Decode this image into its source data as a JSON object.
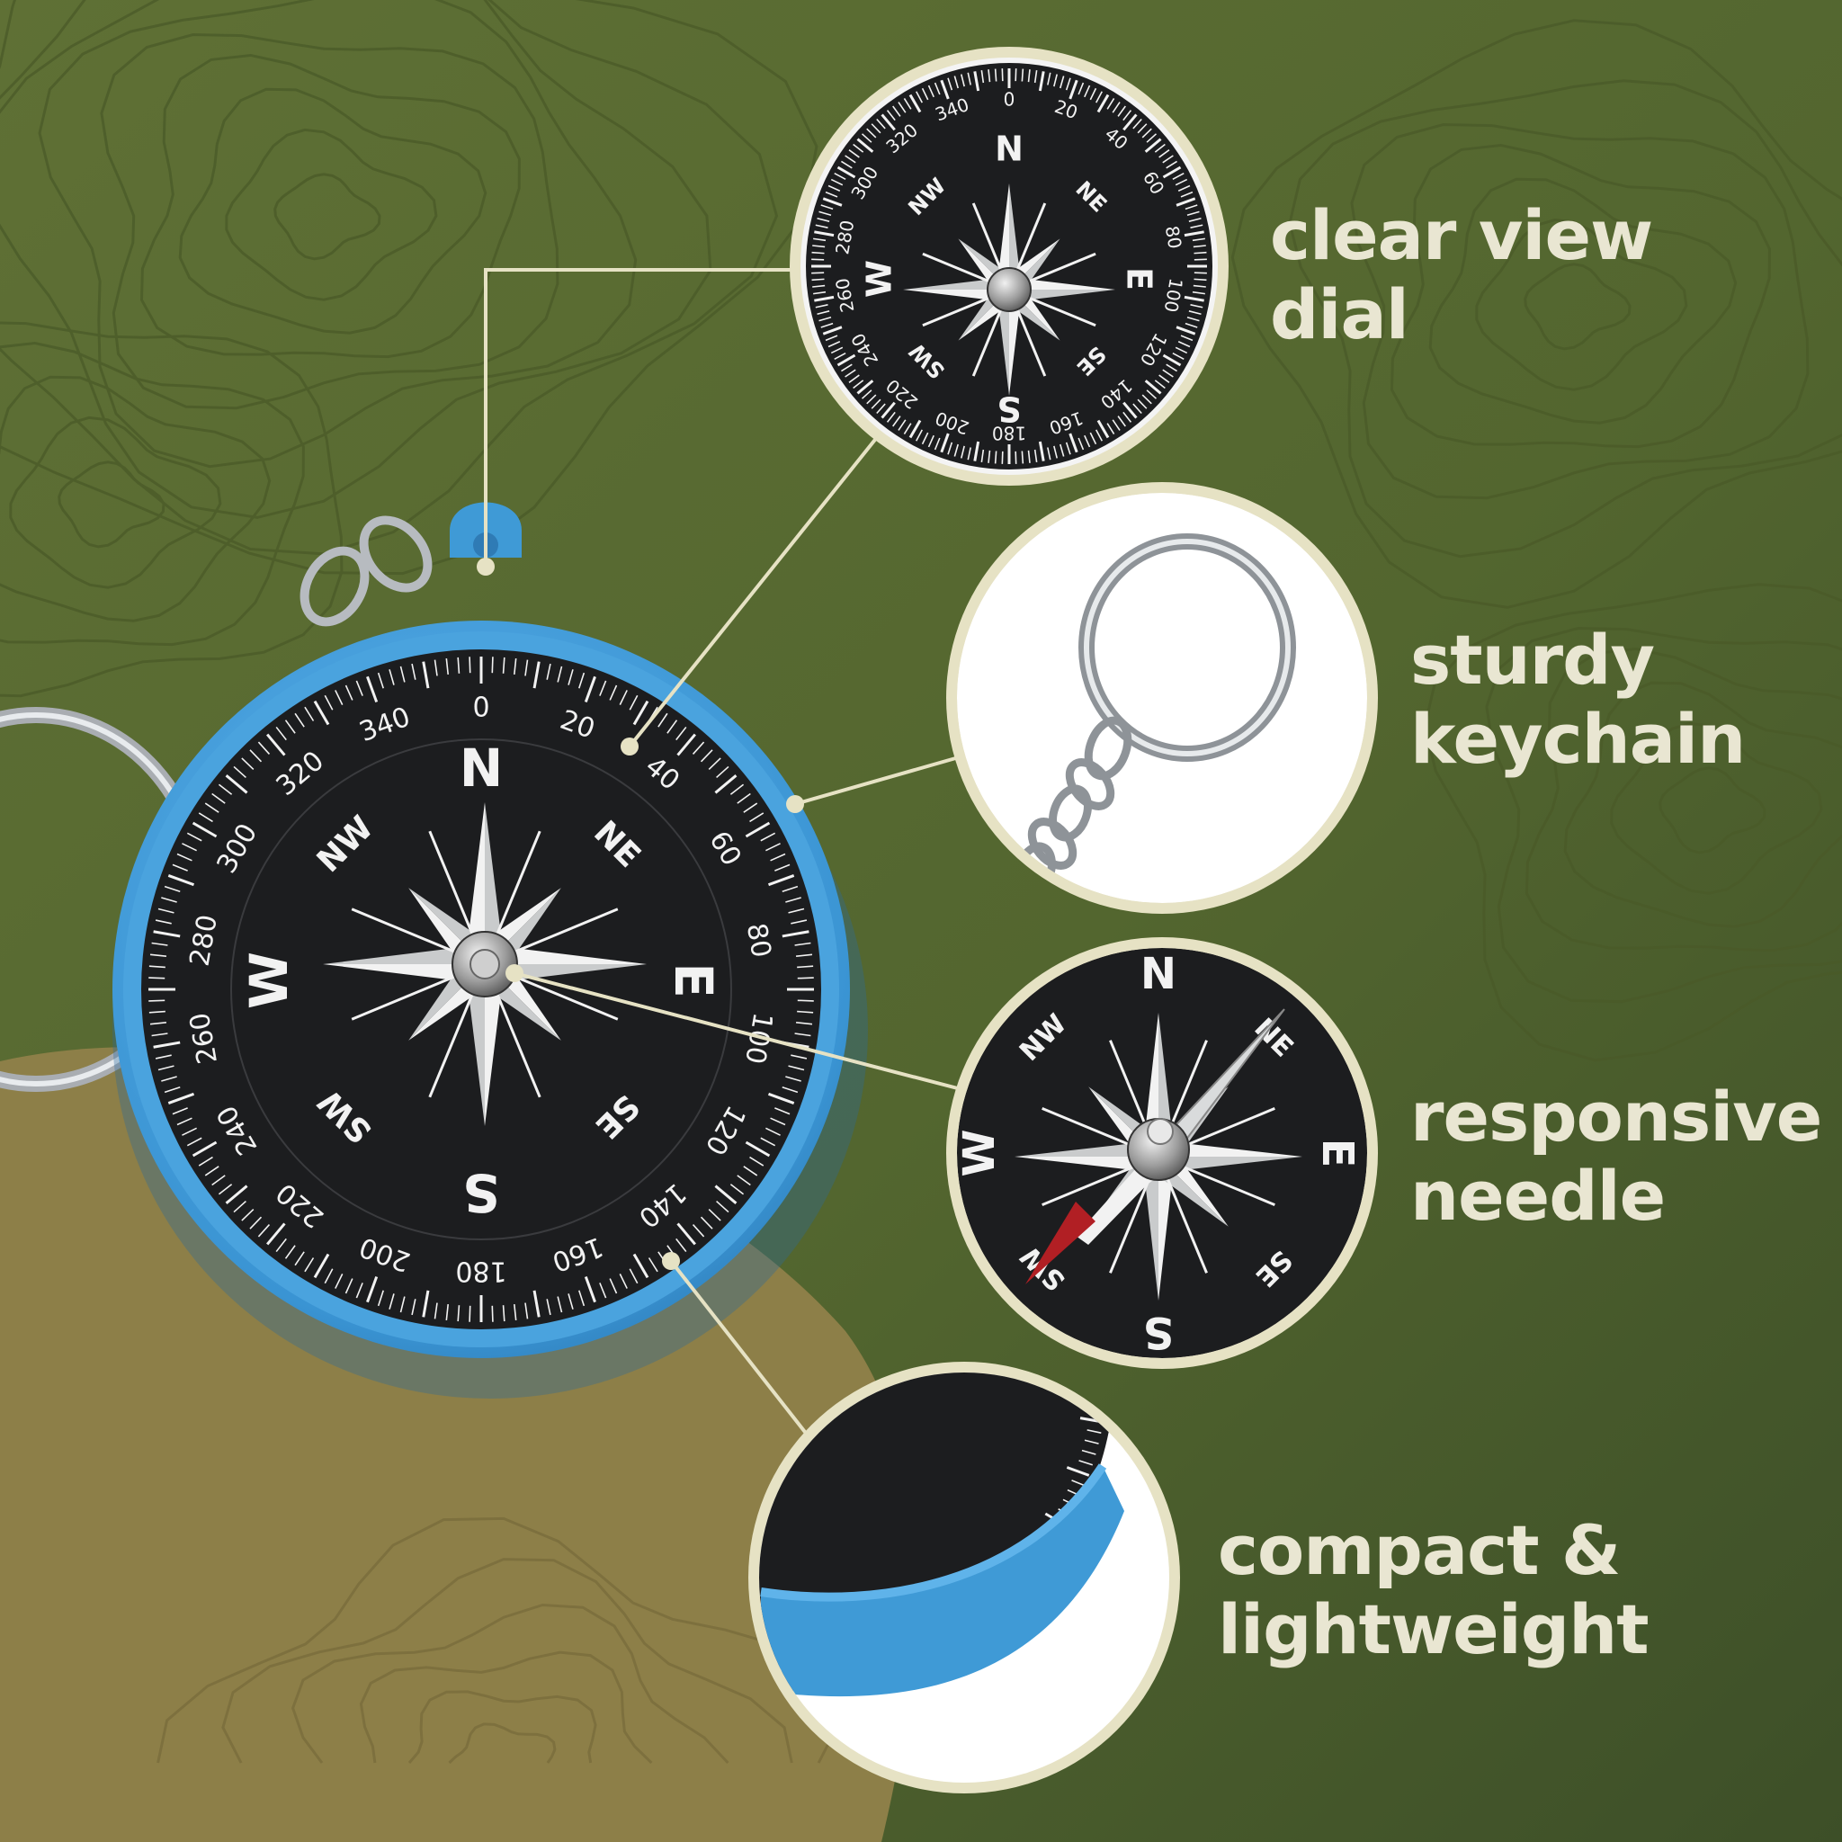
{
  "colors": {
    "background_green": "#55672f",
    "background_dark": "#3f5029",
    "hill_tan": "#8d7f48",
    "contour_line": "#4a5a28",
    "callout_line": "#e6e2c4",
    "compass_body_blue": "#3f9ad6",
    "dial_black": "#1c1d1f",
    "marking_white": "#f2f2f2",
    "needle_red": "#b11f24",
    "label_text": "#e9e6d2"
  },
  "compass": {
    "cardinal_labels": [
      "N",
      "NE",
      "E",
      "SE",
      "S",
      "SW",
      "W",
      "NW"
    ],
    "degree_labels": [
      "0",
      "20",
      "40",
      "60",
      "80",
      "100",
      "120",
      "140",
      "160",
      "180",
      "200",
      "220",
      "240",
      "260",
      "280",
      "300",
      "320",
      "340"
    ]
  },
  "features": [
    {
      "line1": "clear view",
      "line2": "dial",
      "icon": "dial-closeup"
    },
    {
      "line1": "sturdy",
      "line2": "keychain",
      "icon": "key-ring-closeup"
    },
    {
      "line1": "responsive",
      "line2": "needle",
      "icon": "needle-closeup"
    },
    {
      "line1": "compact &",
      "line2": "lightweight",
      "icon": "compass-edge-closeup"
    }
  ]
}
